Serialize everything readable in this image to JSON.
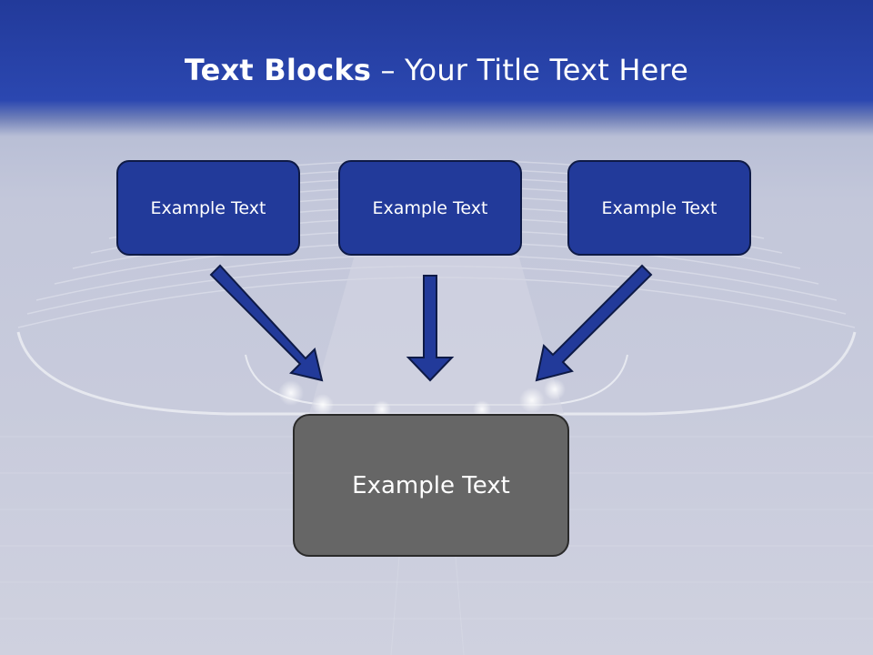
{
  "slide": {
    "title_bold": "Text Blocks",
    "title_rest": " – Your Title Text Here",
    "blocks": [
      {
        "label": "Example Text"
      },
      {
        "label": "Example Text"
      },
      {
        "label": "Example Text"
      }
    ],
    "bottom_block": {
      "label": "Example Text"
    }
  },
  "colors": {
    "header": "#223a9a",
    "block_fill": "#223a9a",
    "block_border": "#0e1a46",
    "bottom_fill": "#666666",
    "bottom_border": "#2a2a2a",
    "text": "#ffffff"
  },
  "icons": {
    "arrow": "arrow-down-icon"
  }
}
